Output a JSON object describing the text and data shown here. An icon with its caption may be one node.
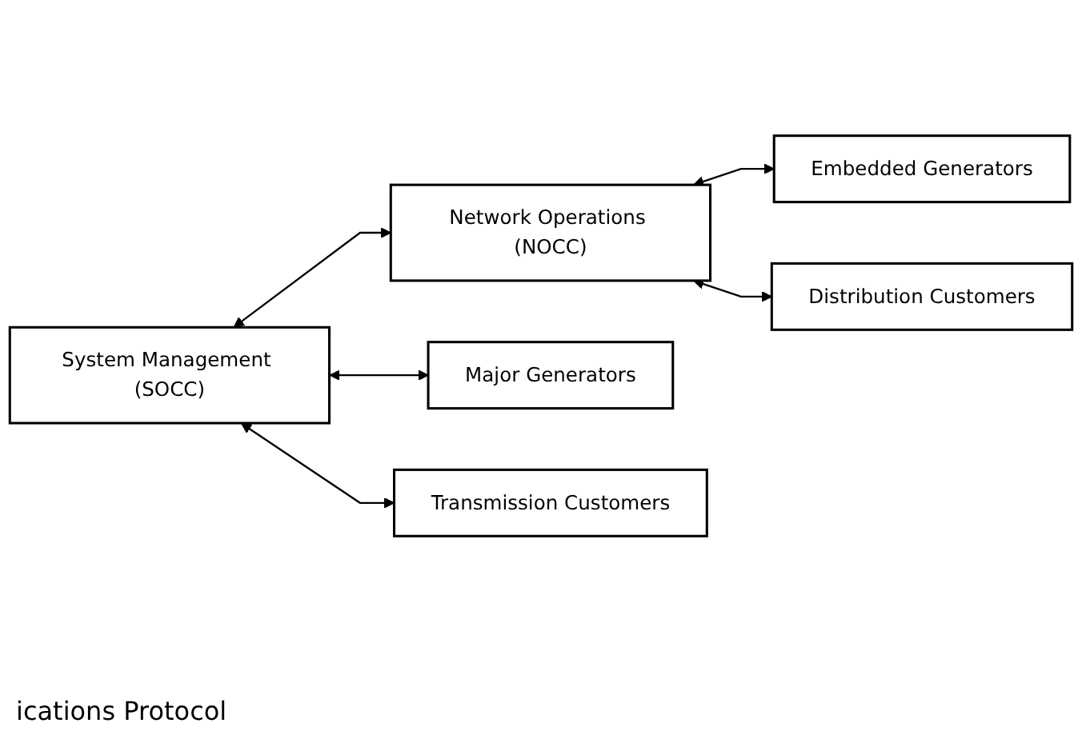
{
  "diagram": {
    "nodes": [
      {
        "text": [
          "System Management (SOCC)"
        ]
      },
      {
        "text": [
          "Network Operations (NOCC)"
        ]
      },
      {
        "text": [
          "Major Generators"
        ]
      },
      {
        "text": [
          "Transmission Customers"
        ]
      },
      {
        "text": [
          "Embedded Generators"
        ]
      },
      {
        "text": [
          "Distribution Customers"
        ]
      }
    ],
    "edges": [
      {
        "from": 0,
        "to": 2,
        "arrow": "both"
      },
      {
        "from": 0,
        "to": 3,
        "arrow": "both"
      },
      {
        "from": 0,
        "to": 1,
        "arrow": "both"
      },
      {
        "from": 1,
        "to": 4,
        "arrow": "both"
      },
      {
        "from": 1,
        "to": 5,
        "arrow": "both"
      }
    ],
    "labels": [
      "ications Protocol"
    ]
  }
}
